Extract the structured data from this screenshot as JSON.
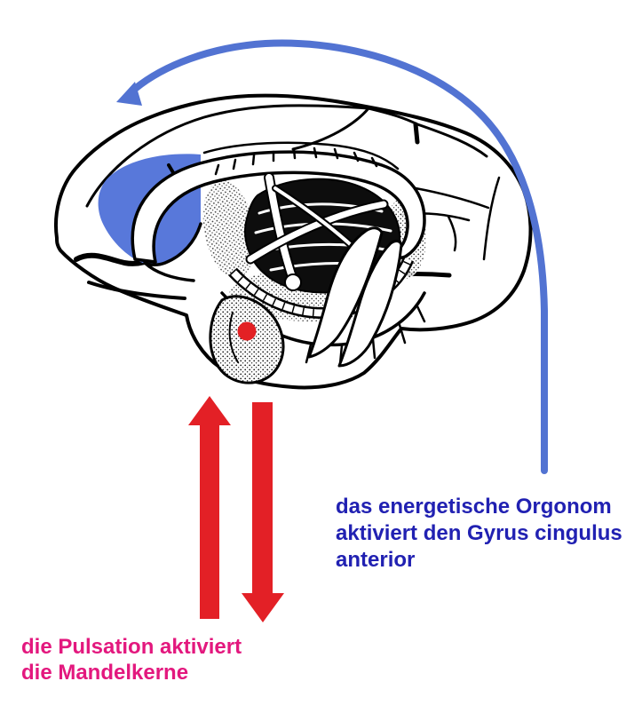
{
  "diagram": {
    "type": "brain-medial-view-annotated-diagram",
    "background": "#ffffff",
    "ink": "#000000",
    "colors": {
      "flow_arrow_blue": "#5273d2",
      "region_highlight_blue": "#5878da",
      "pulsation_arrow_red": "#e32026",
      "marker_red": "#e32124",
      "label_blue": "#2121b2",
      "label_pink": "#e3187e"
    },
    "labels": {
      "orgonom": {
        "line1": "das energetische Orgonom",
        "line2": "aktiviert den Gyrus cingulus",
        "line3": "anterior"
      },
      "pulsation": {
        "line1": "die Pulsation aktiviert",
        "line2": "die Mandelkerne"
      }
    }
  }
}
